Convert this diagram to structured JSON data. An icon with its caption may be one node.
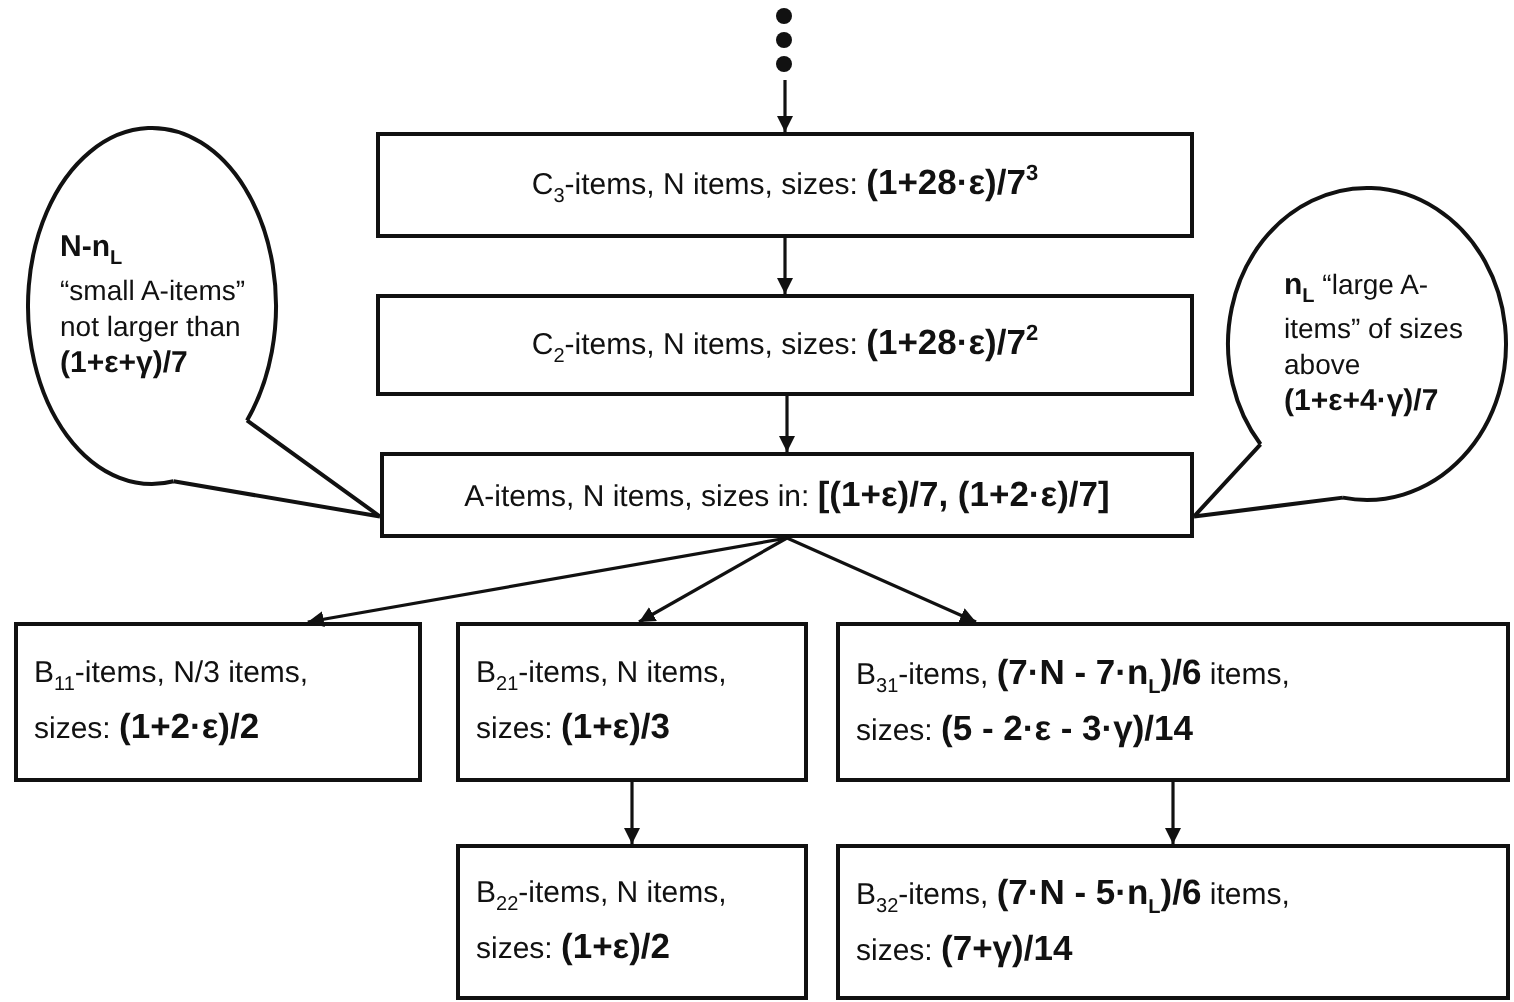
{
  "diagram": {
    "nodes": [
      {
        "text": [
          "C$_{3}$-items, N items,  sizes: **(1+28·ε)/7$^{3}$**"
        ]
      },
      {
        "text": [
          "C$_{2}$-items, N items,  sizes: **(1+28·ε)/7$^{2}$**"
        ]
      },
      {
        "text": [
          "**N-n$_{L}$**",
          "“small A-items” not larger than",
          "**(1+ε+γ)/7**"
        ]
      },
      {
        "text": [
          "**n$_{L}$** “large A-items” of sizes above",
          "**(1+ε+4·γ)/7**"
        ]
      },
      {
        "text": [
          "A-items, N items,  sizes in: **[(1+ε)/7, (1+2·ε)/7]**"
        ]
      },
      {
        "text": [
          "B$_{11}$-items, N/3 items,",
          "sizes: **(1+2·ε)/2**"
        ]
      },
      {
        "text": [
          "B$_{21}$-items, N items,",
          "sizes: **(1+ε)/3**"
        ]
      },
      {
        "text": [
          "B$_{31}$-items, **(7·N - 7·n$_{L}$)/6** items,",
          "sizes: **(5 - 2·ε - 3·γ)/14**"
        ]
      },
      {
        "text": [
          "B$_{22}$-items, N items,",
          "sizes:  **(1+ε)/2**"
        ]
      },
      {
        "text": [
          "B$_{32}$-items, **(7·N - 5·n$_{L}$)/6** items,",
          "sizes: **(7+γ)/14**"
        ]
      }
    ],
    "edges": [
      {
        "from": null,
        "to": 0,
        "arrow": "to"
      },
      {
        "from": 0,
        "to": 1,
        "arrow": "to"
      },
      {
        "from": 1,
        "to": 4,
        "arrow": "to"
      },
      {
        "from": 4,
        "to": 5,
        "arrow": "to"
      },
      {
        "from": 4,
        "to": 6,
        "arrow": "to"
      },
      {
        "from": 4,
        "to": 7,
        "arrow": "to"
      },
      {
        "from": 6,
        "to": 8,
        "arrow": "to"
      },
      {
        "from": 7,
        "to": 9,
        "arrow": "to"
      },
      {
        "from": 2,
        "to": 4,
        "arrow": "none"
      },
      {
        "from": 3,
        "to": 4,
        "arrow": "none"
      }
    ]
  }
}
